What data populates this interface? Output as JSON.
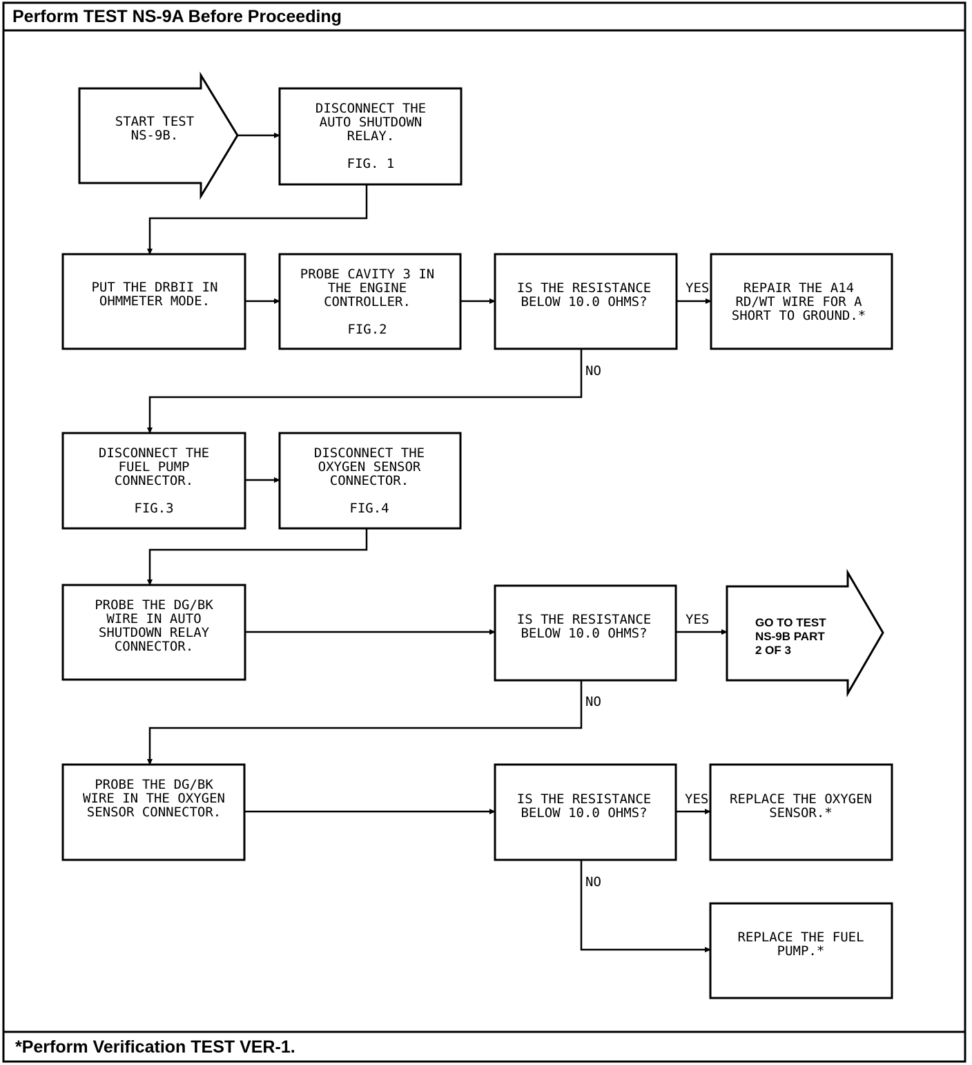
{
  "header": {
    "title": "Perform TEST NS-9A Before Proceeding"
  },
  "footer": {
    "note": "*Perform Verification TEST VER-1."
  },
  "nodes": {
    "start": {
      "lines": [
        "START TEST",
        "NS-9B."
      ]
    },
    "n1": {
      "lines": [
        "DISCONNECT THE",
        "AUTO SHUTDOWN",
        "RELAY.",
        "",
        "FIG. 1"
      ]
    },
    "n2": {
      "lines": [
        "PUT THE DRBII IN",
        "OHMMETER MODE."
      ]
    },
    "n3": {
      "lines": [
        "PROBE CAVITY 3 IN",
        "THE ENGINE",
        "CONTROLLER.",
        "",
        "FIG.2"
      ]
    },
    "d1": {
      "lines": [
        "IS THE RESISTANCE",
        "BELOW 10.0 OHMS?"
      ]
    },
    "r1": {
      "lines": [
        "REPAIR THE A14",
        "RD/WT WIRE FOR A",
        "SHORT TO GROUND.*"
      ]
    },
    "n4": {
      "lines": [
        "DISCONNECT THE",
        "FUEL PUMP",
        "CONNECTOR.",
        "",
        "FIG.3"
      ]
    },
    "n5": {
      "lines": [
        "DISCONNECT THE",
        "OXYGEN SENSOR",
        "CONNECTOR.",
        "",
        "FIG.4"
      ]
    },
    "n6": {
      "lines": [
        "PROBE THE DG/BK",
        "WIRE IN AUTO",
        "SHUTDOWN RELAY",
        "CONNECTOR."
      ]
    },
    "d2": {
      "lines": [
        "IS THE RESISTANCE",
        "BELOW 10.0 OHMS?"
      ]
    },
    "goto": {
      "lines": [
        "GO TO TEST",
        "NS-9B PART",
        "2 OF 3"
      ]
    },
    "n7": {
      "lines": [
        "PROBE THE DG/BK",
        "WIRE IN THE OXYGEN",
        "SENSOR CONNECTOR."
      ]
    },
    "d3": {
      "lines": [
        "IS THE RESISTANCE",
        "BELOW 10.0 OHMS?"
      ]
    },
    "r2": {
      "lines": [
        "REPLACE THE OXYGEN",
        "SENSOR.*"
      ]
    },
    "r3": {
      "lines": [
        "REPLACE THE FUEL",
        "PUMP.*"
      ]
    }
  },
  "edge_labels": {
    "d1_yes": "YES",
    "d1_no": "NO",
    "d2_yes": "YES",
    "d2_no": "NO",
    "d3_yes": "YES",
    "d3_no": "NO"
  }
}
